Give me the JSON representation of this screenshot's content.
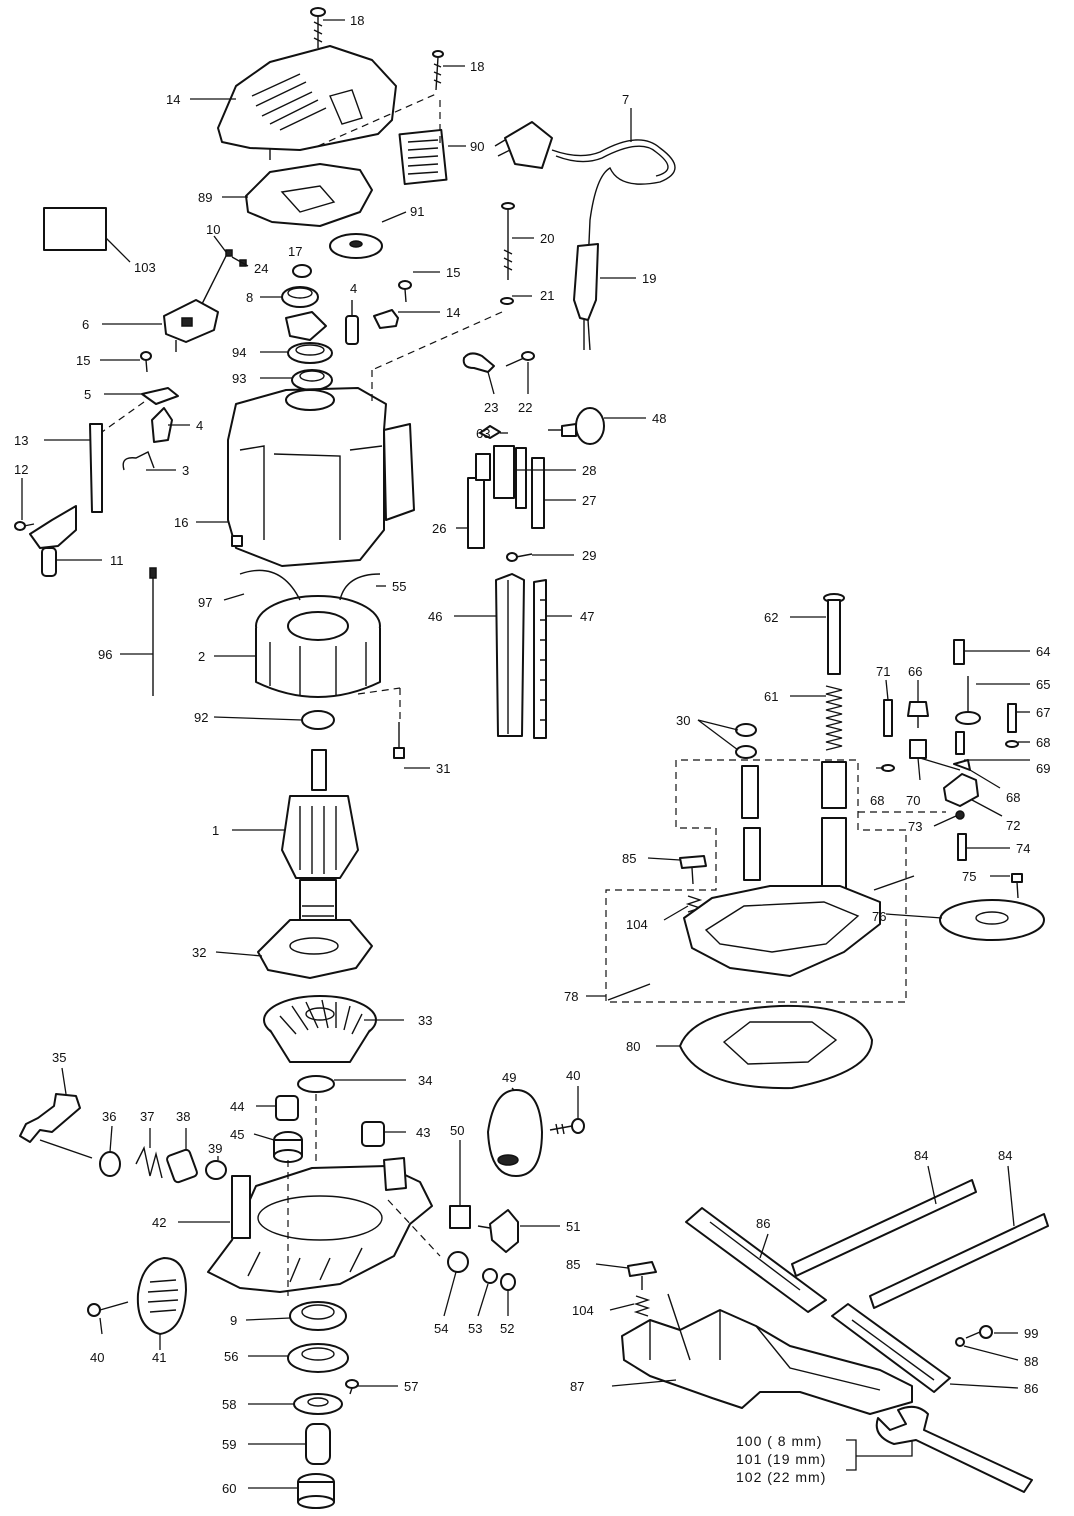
{
  "diagram": {
    "callouts": {
      "p18a": "18",
      "p18b": "18",
      "p14a": "14",
      "p90": "90",
      "p7": "7",
      "p89": "89",
      "p91": "91",
      "p103": "103",
      "p10": "10",
      "p24": "24",
      "p17": "17",
      "p20": "20",
      "p19": "19",
      "p8": "8",
      "p15a": "15",
      "p4a": "4",
      "p14b": "14",
      "p21": "21",
      "p6": "6",
      "p15b": "15",
      "p94": "94",
      "p93": "93",
      "p23": "23",
      "p22": "22",
      "p5": "5",
      "p63": "63",
      "p48": "48",
      "p4b": "4",
      "p13": "13",
      "p3": "3",
      "p28": "28",
      "p27": "27",
      "p12": "12",
      "p16": "16",
      "p26": "26",
      "p11": "11",
      "p29": "29",
      "p97": "97",
      "p55": "55",
      "p46": "46",
      "p47": "47",
      "p62": "62",
      "p64": "64",
      "p2": "2",
      "p96": "96",
      "p66": "66",
      "p71": "71",
      "p65": "65",
      "p61": "61",
      "p67": "67",
      "p30": "30",
      "p68a": "68",
      "p92": "92",
      "p31": "31",
      "p69": "69",
      "p68b": "68",
      "p70": "70",
      "p68c": "68",
      "p72": "72",
      "p73": "73",
      "p1": "1",
      "p74": "74",
      "p85a": "85",
      "p75": "75",
      "p104a": "104",
      "p76": "76",
      "p32": "32",
      "p78": "78",
      "p33": "33",
      "p80": "80",
      "p35": "35",
      "p34": "34",
      "p49": "49",
      "p40a": "40",
      "p44": "44",
      "p36": "36",
      "p37": "37",
      "p38": "38",
      "p43": "43",
      "p45": "45",
      "p39": "39",
      "p50": "50",
      "p84a": "84",
      "p84b": "84",
      "p42": "42",
      "p51": "51",
      "p86a": "86",
      "p85b": "85",
      "p54": "54",
      "p53": "53",
      "p52": "52",
      "p104b": "104",
      "p99": "99",
      "p40b": "40",
      "p41": "41",
      "p9": "9",
      "p88": "88",
      "p56": "56",
      "p57": "57",
      "p87": "87",
      "p86b": "86",
      "p58": "58",
      "p59": "59",
      "p60": "60"
    },
    "wrench_sizes": [
      "100  ( 8 mm)",
      "101  (19 mm)",
      "102 (22 mm)"
    ]
  }
}
